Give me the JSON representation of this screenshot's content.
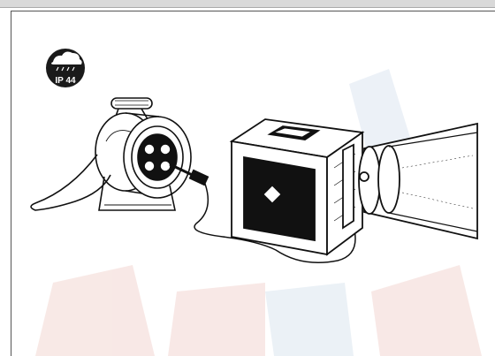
{
  "badge": {
    "rating_text": "IP 44",
    "icon": "rain-cloud-icon"
  },
  "illustration": {
    "items": [
      "cable-reel",
      "plug",
      "power-cable",
      "work-light-box",
      "extension-pipe"
    ]
  },
  "colors": {
    "line": "#111111",
    "watermark_red": "#f3d7d2",
    "watermark_blue": "#dce6f0",
    "badge_fill": "#1a1a1a",
    "badge_text": "#ffffff"
  }
}
